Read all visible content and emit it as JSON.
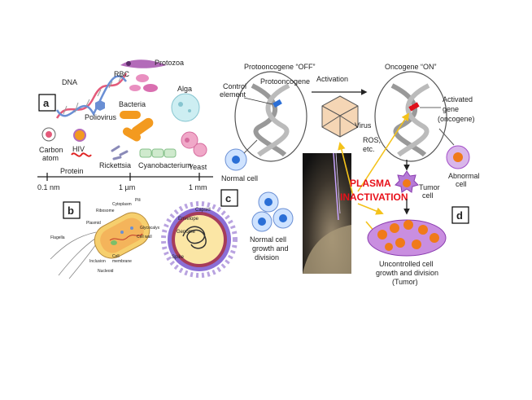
{
  "panel_a": {
    "letter": "a",
    "labels": {
      "dna": "DNA",
      "rbc": "RBC",
      "protozoa": "Protozoa",
      "alga": "Alga",
      "poliovirus": "Poliovirus",
      "bacteria": "Bacteria",
      "carbon_atom_1": "Carbon",
      "carbon_atom_2": "atom",
      "hiv": "HIV",
      "protein": "Protein",
      "rickettsia": "Rickettsia",
      "cyanobacterium": "Cyanobacterium",
      "yeast": "Yeast"
    },
    "scale": {
      "tick_1": "0.1 nm",
      "tick_2": "1 µm",
      "tick_3": "1 mm"
    }
  },
  "panel_b": {
    "letter": "b",
    "labels": {
      "pili": "Pili",
      "cytoplasm": "Cytoplasm",
      "ribosome": "Ribosome",
      "plasmid": "Plasmid",
      "flagella": "Flagella",
      "glycocalyx": "Glycocalyx",
      "cell_wall": "Cell wall",
      "cell_membrane_1": "Cell",
      "cell_membrane_2": "membrane",
      "inclusion": "Inclusion",
      "nucleoid": "Nucleoid"
    }
  },
  "panel_virus": {
    "labels": {
      "capsid": "Capsid",
      "envelope": "Envelope",
      "genome": "Genome",
      "spike": "Spike"
    }
  },
  "panel_c": {
    "letter": "c",
    "labels": {
      "protooncogene_off": "Protooncogene “OFF”",
      "control_element_1": "Control",
      "control_element_2": "element",
      "protooncogene": "Protooncogene",
      "normal_cell": "Normal cell",
      "normal_growth_1": "Normal cell",
      "normal_growth_2": "growth and",
      "normal_growth_3": "division"
    }
  },
  "panel_d": {
    "letter": "d",
    "labels": {
      "activation": "Activation",
      "oncogene_on": "Oncogene “ON”",
      "activated_gene_1": "Activated",
      "activated_gene_2": "gene",
      "activated_gene_3": "(oncogene)",
      "virus": "Virus",
      "ros_1": "ROS,",
      "ros_2": "etc.",
      "tumor_cell_1": "Tumor",
      "tumor_cell_2": "cell",
      "abnormal_cell_1": "Abnormal",
      "abnormal_cell_2": "cell",
      "uncontrolled_1": "Uncontrolled cell",
      "uncontrolled_2": "growth and division",
      "uncontrolled_3": "(Tumor)"
    }
  },
  "plasma": {
    "line_1": "PLASMA",
    "line_2": "INACTIVATION"
  },
  "colors": {
    "plasma_text": "#e8101a",
    "arrow_yellow": "#f4c21a",
    "cell_blue": "#2b6fd6",
    "tumor_purple": "#a34fc9"
  }
}
